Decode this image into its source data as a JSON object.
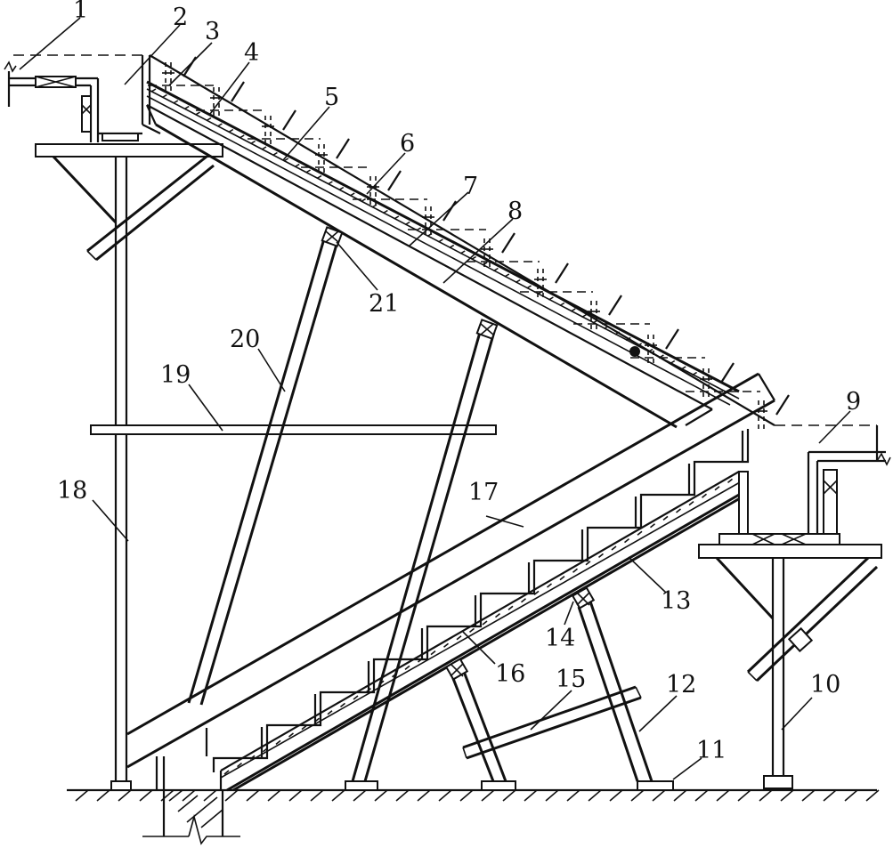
{
  "diagram": {
    "labels": [
      {
        "id": "1",
        "text": "1"
      },
      {
        "id": "2",
        "text": "2"
      },
      {
        "id": "3",
        "text": "3"
      },
      {
        "id": "4",
        "text": "4"
      },
      {
        "id": "5",
        "text": "5"
      },
      {
        "id": "6",
        "text": "6"
      },
      {
        "id": "7",
        "text": "7"
      },
      {
        "id": "8",
        "text": "8"
      },
      {
        "id": "9",
        "text": "9"
      },
      {
        "id": "10",
        "text": "10"
      },
      {
        "id": "11",
        "text": "11"
      },
      {
        "id": "12",
        "text": "12"
      },
      {
        "id": "13",
        "text": "13"
      },
      {
        "id": "14",
        "text": "14"
      },
      {
        "id": "15",
        "text": "15"
      },
      {
        "id": "16",
        "text": "16"
      },
      {
        "id": "17",
        "text": "17"
      },
      {
        "id": "18",
        "text": "18"
      },
      {
        "id": "19",
        "text": "19"
      },
      {
        "id": "20",
        "text": "20"
      },
      {
        "id": "21",
        "text": "21"
      }
    ]
  }
}
